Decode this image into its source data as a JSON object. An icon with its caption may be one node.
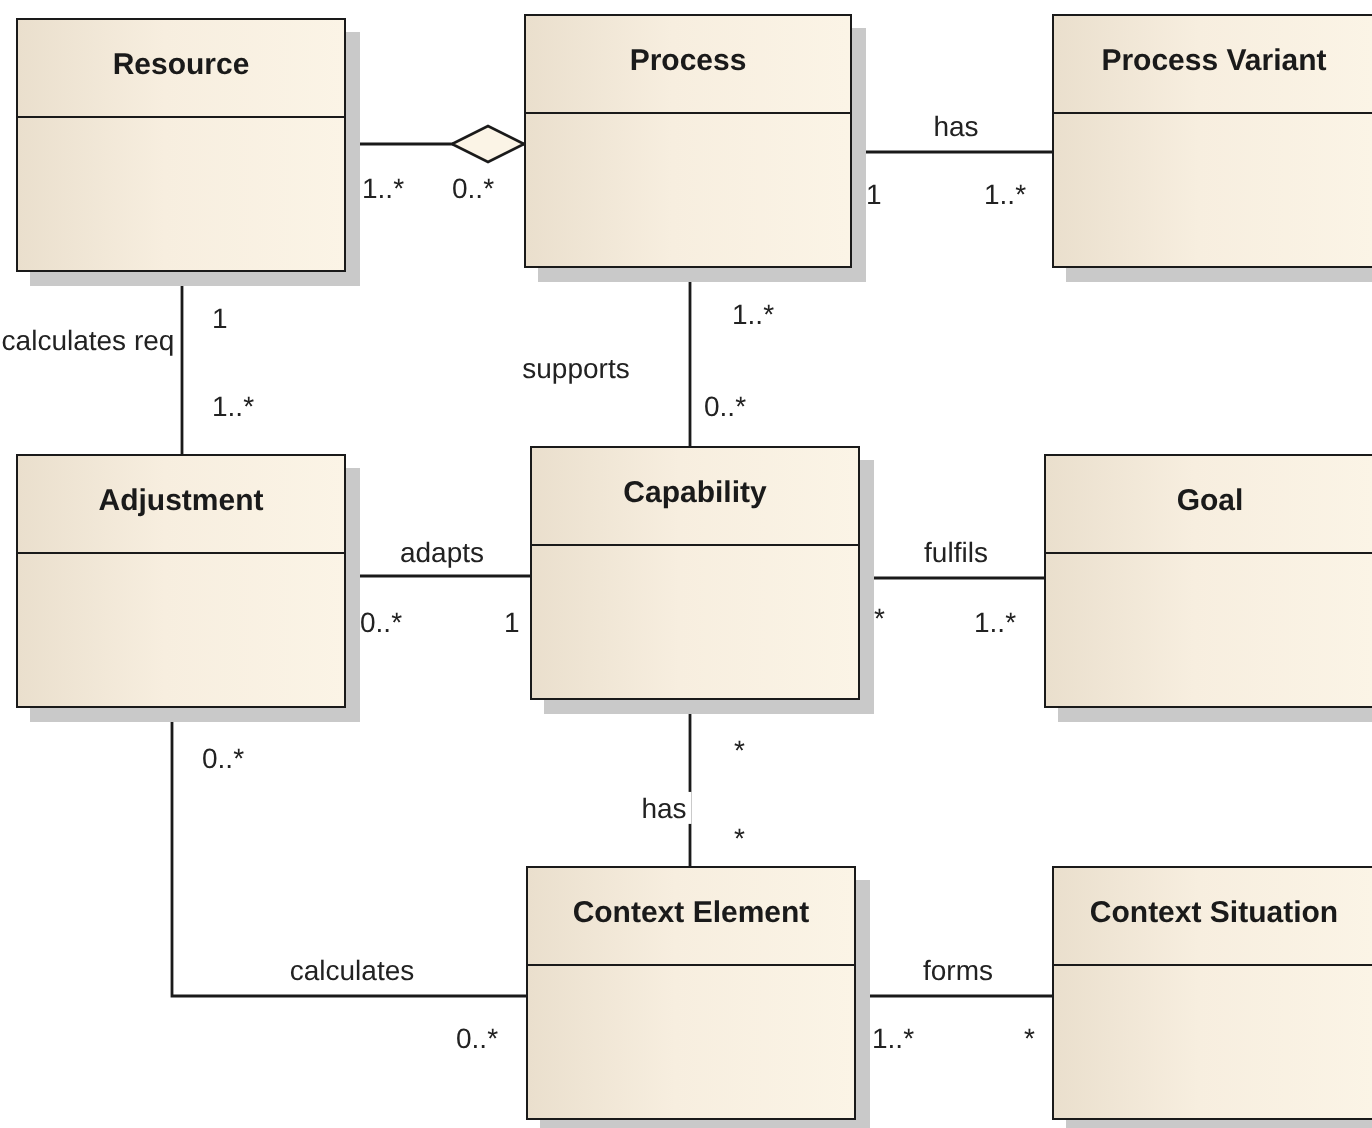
{
  "diagram": {
    "nodes": [
      {
        "text": [
          "Resource"
        ]
      },
      {
        "text": [
          "Process"
        ]
      },
      {
        "text": [
          "Process Variant"
        ]
      },
      {
        "text": [
          "Adjustment"
        ]
      },
      {
        "text": [
          "Capability"
        ]
      },
      {
        "text": [
          "Goal"
        ]
      },
      {
        "text": [
          "Context Element"
        ]
      },
      {
        "text": [
          "Context Situation"
        ]
      }
    ],
    "edges": [
      {
        "from": 0,
        "to": 1,
        "arrow": "other"
      },
      {
        "from": 1,
        "to": 2,
        "arrow": "none",
        "label": "has"
      },
      {
        "from": 0,
        "to": 3,
        "arrow": "none",
        "label": "calculates req"
      },
      {
        "from": 1,
        "to": 4,
        "arrow": "none",
        "label": "supports"
      },
      {
        "from": 3,
        "to": 4,
        "arrow": "none",
        "label": "adapts"
      },
      {
        "from": 4,
        "to": 5,
        "arrow": "none",
        "label": "fulfils"
      },
      {
        "from": 4,
        "to": 6,
        "arrow": "none",
        "label": "has"
      },
      {
        "from": 3,
        "to": 6,
        "arrow": "none",
        "label": "calculates"
      },
      {
        "from": 6,
        "to": 7,
        "arrow": "none",
        "label": "forms"
      }
    ],
    "labels": [
      "1..*",
      "0..*",
      "1",
      "1..*",
      "1",
      "1..*",
      "1..*",
      "0..*",
      "0..*",
      "1",
      "*",
      "1..*",
      "0..*",
      "*",
      "*",
      "0..*",
      "1..*",
      "*"
    ]
  }
}
